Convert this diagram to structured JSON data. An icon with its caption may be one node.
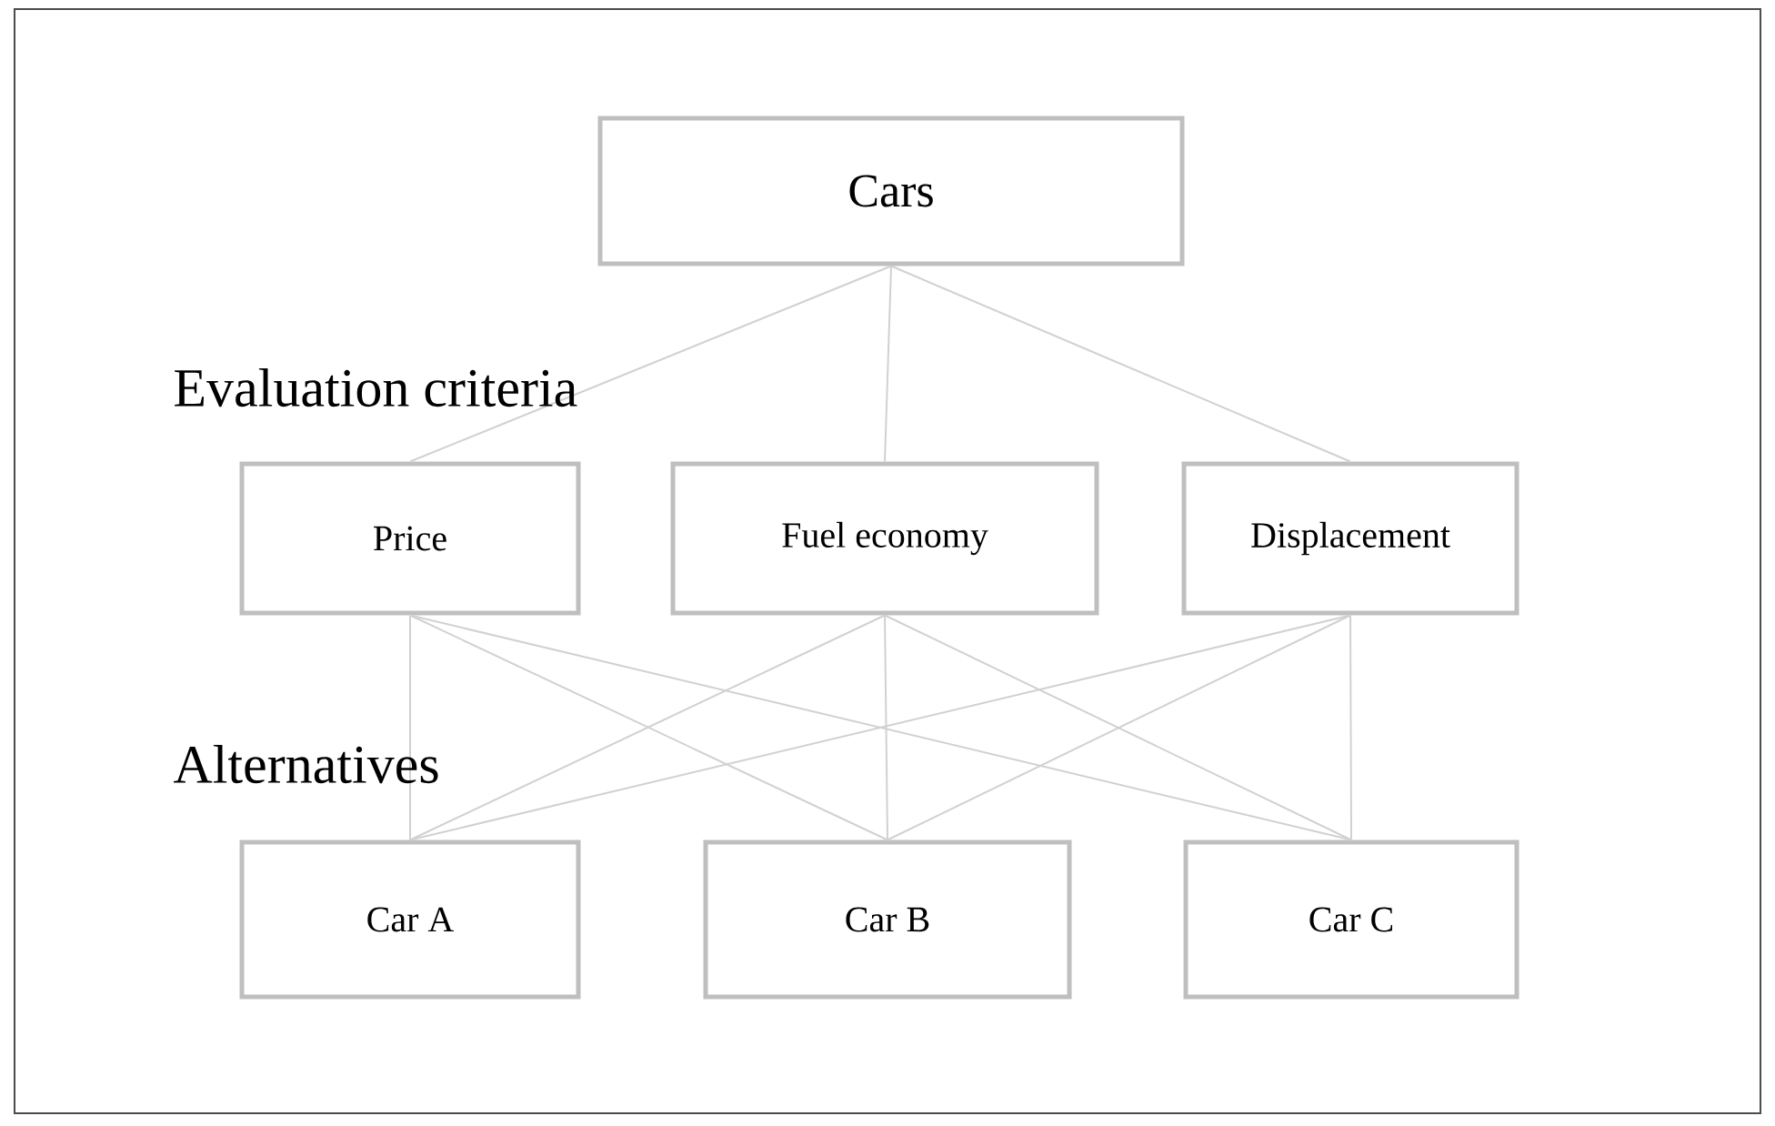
{
  "diagram": {
    "nodes": [
      {
        "text": [
          "Cars"
        ]
      },
      {
        "text": [
          "Price"
        ]
      },
      {
        "text": [
          "Fuel economy"
        ]
      },
      {
        "text": [
          "Displacement"
        ]
      },
      {
        "text": [
          "Car A"
        ]
      },
      {
        "text": [
          "Car B"
        ]
      },
      {
        "text": [
          "Car C"
        ]
      }
    ],
    "edges": [
      {
        "from": 0,
        "to": 1,
        "arrow": "none"
      },
      {
        "from": 0,
        "to": 2,
        "arrow": "none"
      },
      {
        "from": 0,
        "to": 3,
        "arrow": "none"
      },
      {
        "from": 1,
        "to": 4,
        "arrow": "none"
      },
      {
        "from": 1,
        "to": 5,
        "arrow": "none"
      },
      {
        "from": 1,
        "to": 6,
        "arrow": "none"
      },
      {
        "from": 2,
        "to": 4,
        "arrow": "none"
      },
      {
        "from": 2,
        "to": 5,
        "arrow": "none"
      },
      {
        "from": 2,
        "to": 6,
        "arrow": "none"
      },
      {
        "from": 3,
        "to": 4,
        "arrow": "none"
      },
      {
        "from": 3,
        "to": 5,
        "arrow": "none"
      },
      {
        "from": 3,
        "to": 6,
        "arrow": "none"
      }
    ],
    "labels": [
      "Evaluation criteria",
      "Alternatives"
    ]
  }
}
